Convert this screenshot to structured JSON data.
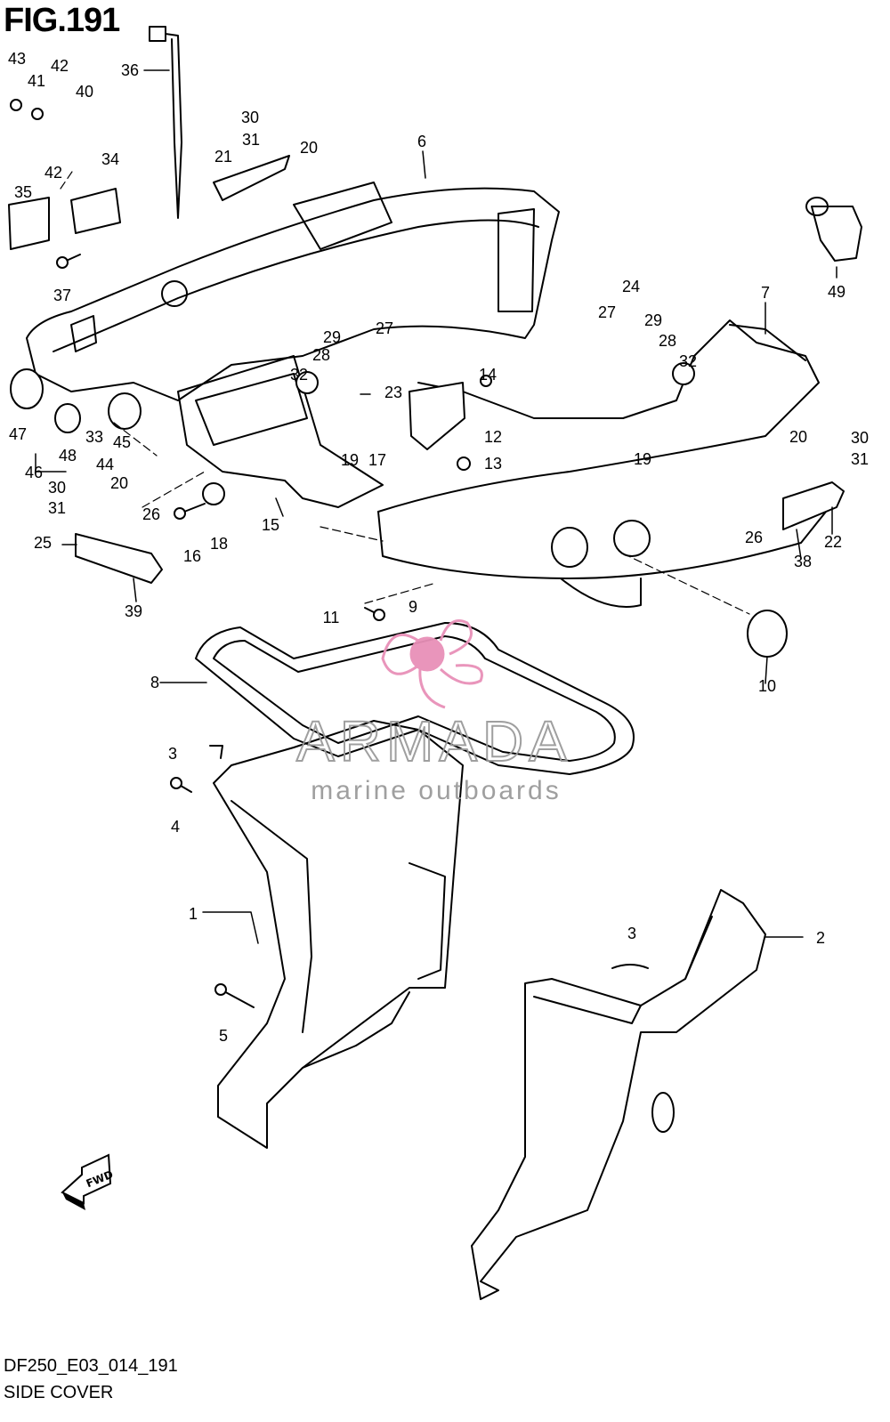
{
  "figure": {
    "title": "FIG.191",
    "code": "DF250_E03_014_191",
    "name": "SIDE COVER"
  },
  "watermark": {
    "brand": "ARMADA",
    "tagline": "marine outboards",
    "color": "#e890b8",
    "text_color": "#9a9a9a"
  },
  "fwd_arrow": {
    "label": "FWD"
  },
  "callouts": [
    "1",
    "2",
    "3",
    "3",
    "4",
    "5",
    "6",
    "7",
    "8",
    "9",
    "10",
    "11",
    "12",
    "13",
    "14",
    "15",
    "16",
    "17",
    "18",
    "19",
    "19",
    "20",
    "20",
    "20",
    "21",
    "22",
    "23",
    "24",
    "25",
    "26",
    "26",
    "27",
    "27",
    "28",
    "28",
    "29",
    "29",
    "30",
    "30",
    "30",
    "31",
    "31",
    "31",
    "32",
    "32",
    "33",
    "34",
    "35",
    "36",
    "37",
    "38",
    "39",
    "40",
    "41",
    "42",
    "42",
    "43",
    "44",
    "45",
    "46",
    "47",
    "48",
    "49"
  ]
}
